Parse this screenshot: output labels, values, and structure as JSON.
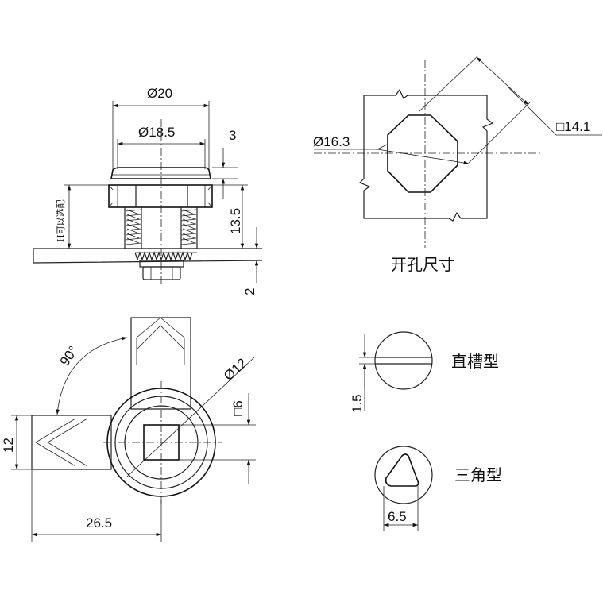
{
  "dimensions": {
    "d20": "Ø20",
    "d18_5": "Ø18.5",
    "t3": "3",
    "h13_5": "13.5",
    "t2": "2",
    "d16_3": "Ø16.3",
    "sq14_1": "□14.1",
    "angle90": "90°",
    "d12": "Ø12",
    "sq6": "□6",
    "w12": "12",
    "len26_5": "26.5",
    "slot1_5": "1.5",
    "tri6_5": "6.5"
  },
  "labels": {
    "h_optional": "H可以选配",
    "cutout_size": "开孔尺寸",
    "slot_type": "直槽型",
    "triangle_type": "三角型"
  }
}
